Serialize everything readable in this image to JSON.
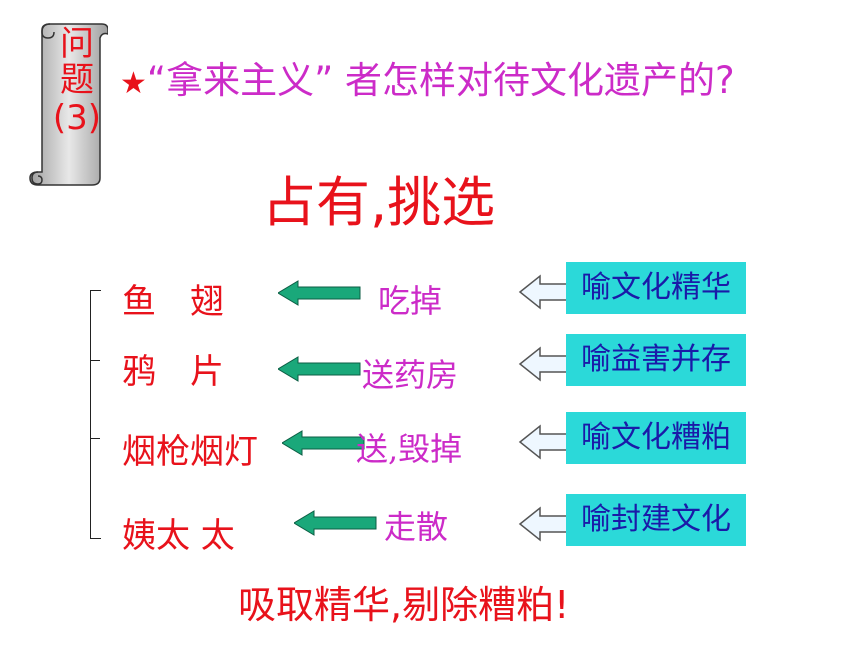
{
  "badge": {
    "text_line1": "问",
    "text_line2": "题",
    "text_line3": "(3)"
  },
  "question": {
    "star": "★",
    "text": "“拿来主义” 者怎样对待文化遗产的?"
  },
  "answer": "占有,挑选",
  "rows": [
    {
      "item": "鱼　翅",
      "action": "吃掉",
      "meaning": "喻文化精华"
    },
    {
      "item": "鸦　片",
      "action": "送药房",
      "meaning": "喻益害并存"
    },
    {
      "item": "烟枪烟灯",
      "action": "送,毁掉",
      "meaning": "喻文化糟粕"
    },
    {
      "item": "姨太 太",
      "action": "走散",
      "meaning": "喻封建文化"
    }
  ],
  "conclusion": "吸取精华,剔除糟粕!",
  "colors": {
    "red": "#e8121b",
    "magenta": "#cc2bc8",
    "cyan_box": "#2bd9d9",
    "navy_text": "#1a1aa8",
    "arrow_green": "#1aa87a"
  }
}
